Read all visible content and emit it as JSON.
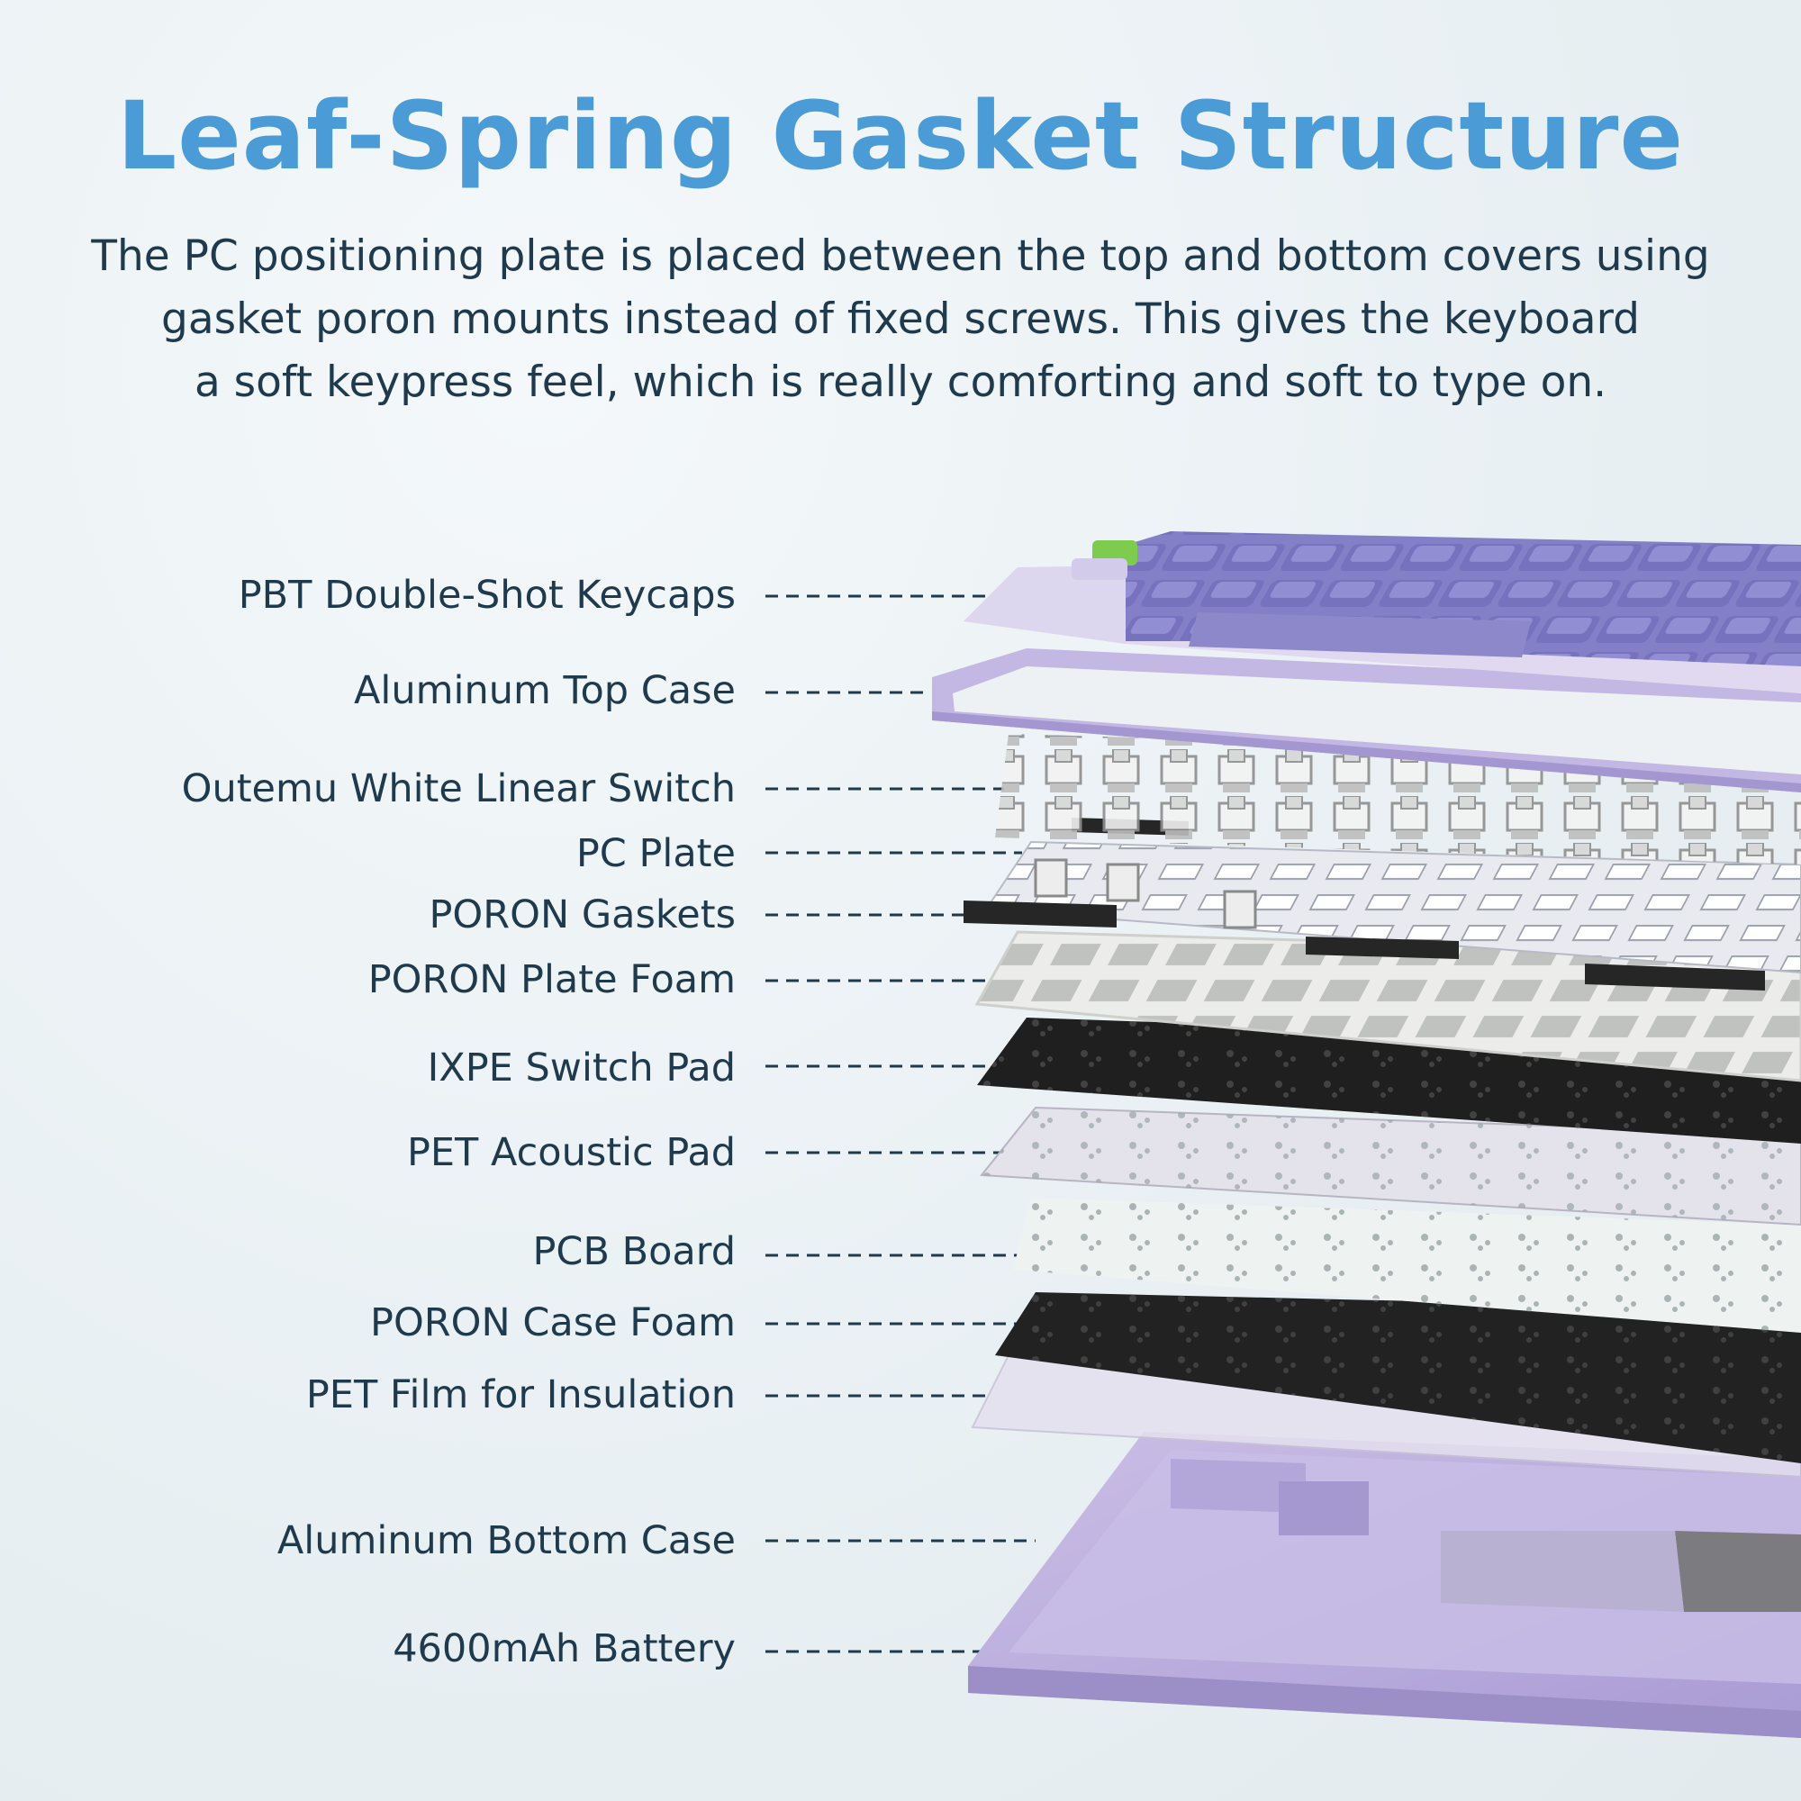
{
  "title": "Leaf-Spring Gasket Structure",
  "description": {
    "line1": "The PC positioning plate is placed between the top and bottom covers using",
    "line2": "gasket poron mounts instead of fixed screws. This gives the keyboard",
    "line3": "a soft keypress feel, which is really comforting and soft to type on."
  },
  "layers": [
    {
      "label": "PBT Double-Shot Keycaps"
    },
    {
      "label": "Aluminum Top Case"
    },
    {
      "label": "Outemu White Linear Switch"
    },
    {
      "label": "PC Plate"
    },
    {
      "label": "PORON Gaskets"
    },
    {
      "label": "PORON Plate Foam"
    },
    {
      "label": "IXPE Switch Pad"
    },
    {
      "label": "PET Acoustic Pad"
    },
    {
      "label": "PCB Board"
    },
    {
      "label": "PORON Case Foam"
    },
    {
      "label": "PET Film for Insulation"
    },
    {
      "label": "Aluminum Bottom Case"
    },
    {
      "label": "4600mAh Battery"
    }
  ],
  "colors": {
    "title": "#4a9bd6",
    "text": "#1f3a4d",
    "keycap_purple": "#7b78c4",
    "keycap_light": "#ddd6ee",
    "accent_green": "#7dcb4f",
    "aluminum_purple": "#c4b8e0",
    "foam_black": "#1e1e1e",
    "plate_white": "#eeefe9"
  },
  "icons": [
    "keycap-icon",
    "switch-icon",
    "gasket-icon"
  ]
}
